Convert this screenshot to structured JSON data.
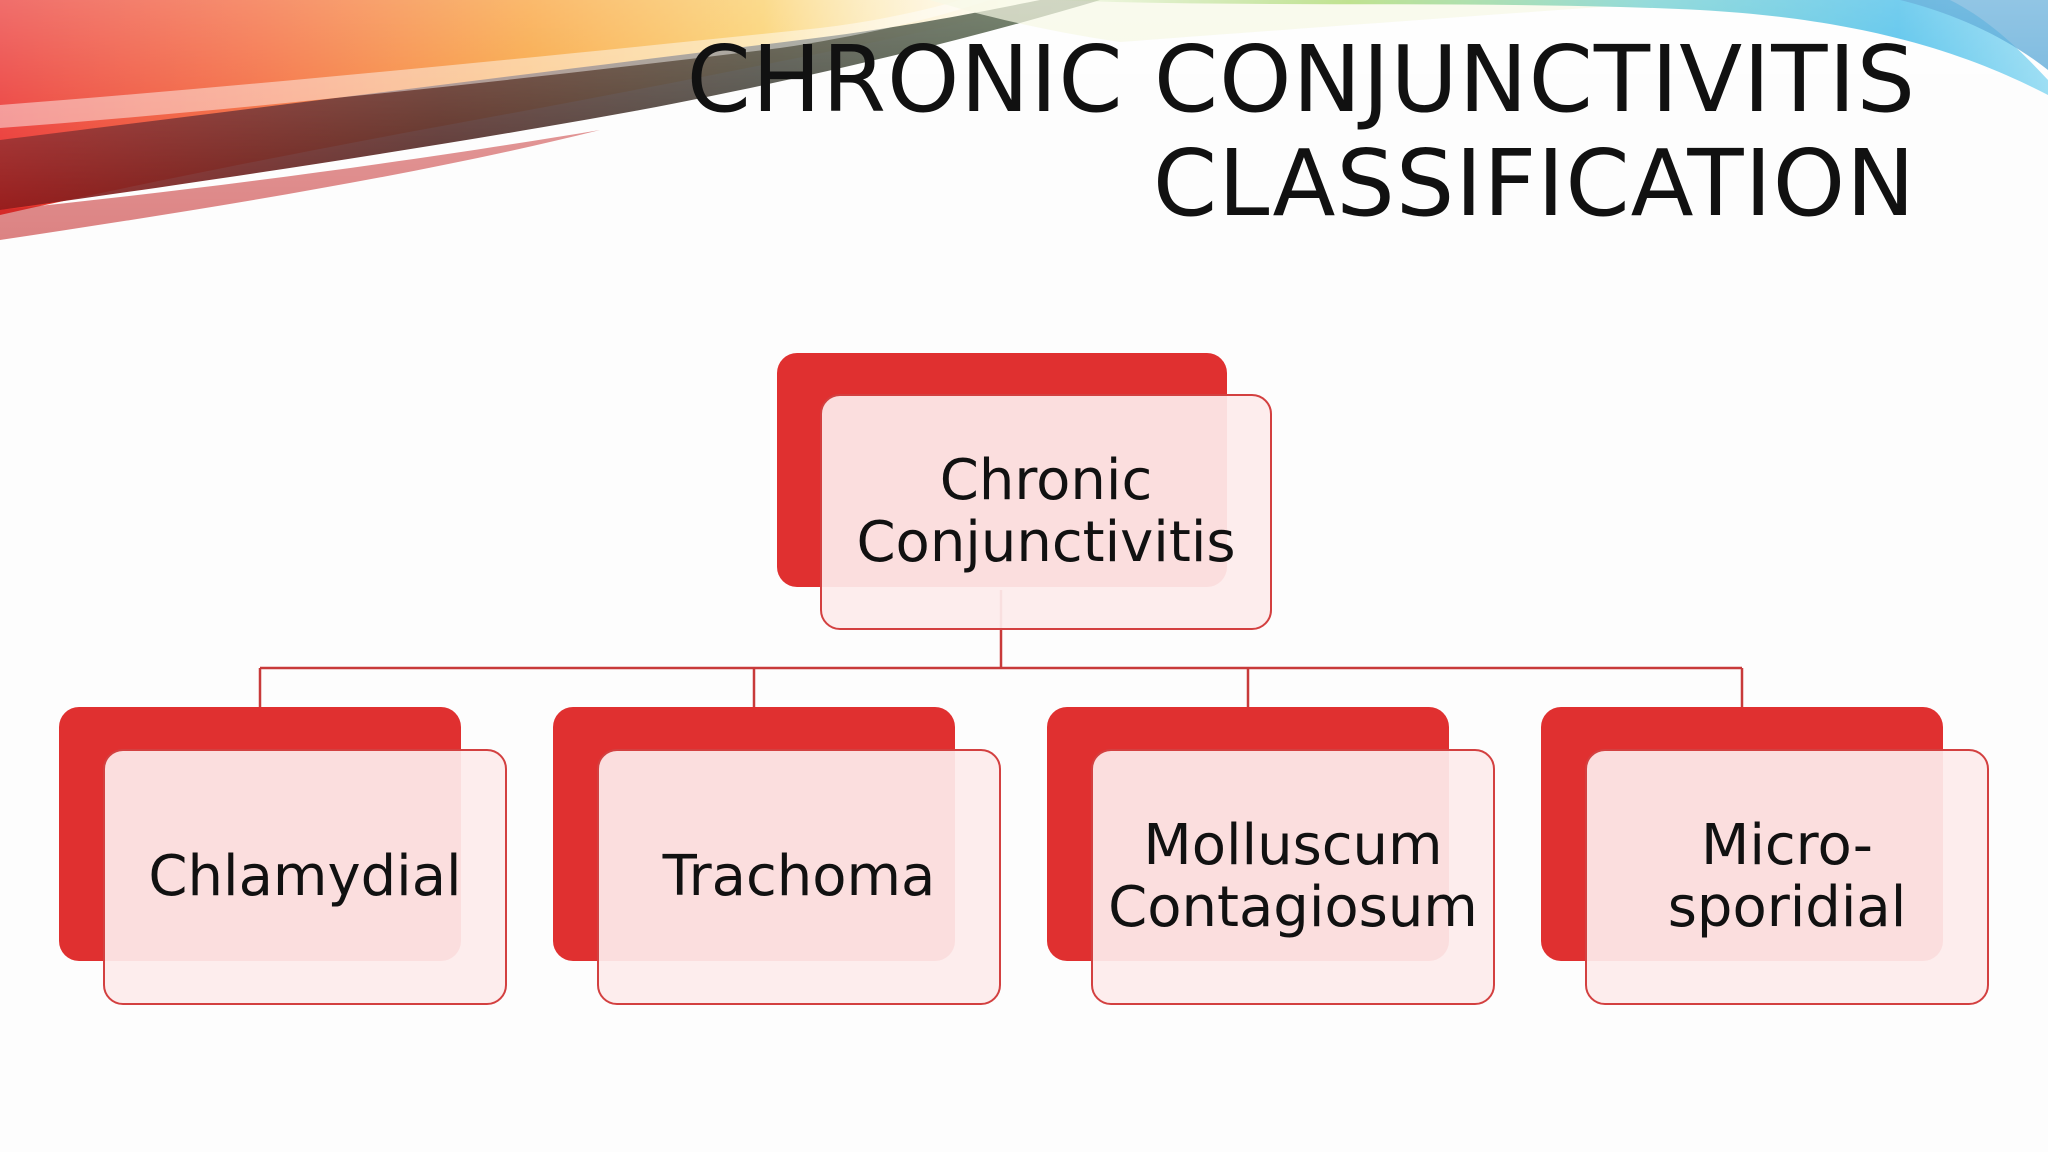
{
  "title": {
    "line1": "Chronic Conjunctivitis",
    "line2": "Classification"
  },
  "colors": {
    "accent": "#e03030",
    "box_fill": "#fdecec",
    "box_border": "#d34040",
    "connector": "#c83a3a"
  },
  "diagram": {
    "root": {
      "line1": "Chronic",
      "line2": "Conjunctivitis"
    },
    "children": [
      {
        "line1": "Chlamydial",
        "line2": ""
      },
      {
        "line1": "Trachoma",
        "line2": ""
      },
      {
        "line1": "Molluscum",
        "line2": "Contagiosum"
      },
      {
        "line1": "Micro-",
        "line2": "sporidial"
      }
    ]
  }
}
